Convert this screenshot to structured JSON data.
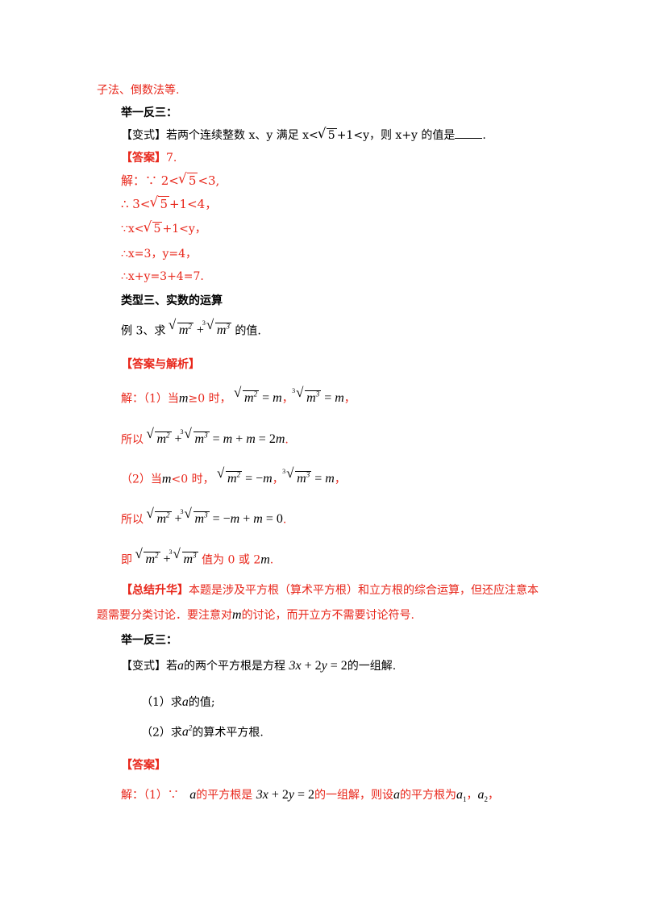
{
  "lines": {
    "l1": "子法、倒数法等.",
    "l2": "举一反三：",
    "l3_pre": "【变式】若两个连续整数 x、y 满足 x<",
    "l3_rad": "5",
    "l3_post": "+1<y，则 x+y 的值是",
    "l3_end": ".",
    "l4_tag": "【答案】",
    "l4_val": "7.",
    "l5_pre": "解：∵ 2<",
    "l5_rad": "5",
    "l5_post": "<3,",
    "l6_pre": "∴ 3<",
    "l6_rad": "5",
    "l6_post": "+1<4，",
    "l7_pre": "∵x<",
    "l7_rad": "5",
    "l7_post": "+1<y，",
    "l8": "∴x=3，y=4，",
    "l9": "∴x+y=3+4=7.",
    "l10": "类型三、实数的运算",
    "l11_pre": "例 3、求",
    "l11_post": "的值.",
    "l12": "【答案与解析】",
    "l13_pre": "解：（1）当",
    "l13_mid": "≥0 时，",
    "l14_pre": "所以",
    "l15_pre": "（2）当",
    "l15_mid": "<0 时，",
    "l16_pre": "所以",
    "l17_pre": "即",
    "l17_mid": "值为 0 或 2",
    "l18_tag": "【总结升华】",
    "l18_text": "本题是涉及平方根（算术平方根）和立方根的综合运算，但还应注意本",
    "l19_pre": "题需要分类讨论．要注意对",
    "l19_post": "的讨论，而开立方不需要讨论符号.",
    "l20": "举一反三：",
    "l21_pre": "【变式】若",
    "l21_mid": "的两个平方根是方程",
    "l21_post": "的一组解.",
    "l22_pre": "（1）求",
    "l22_post": "的值;",
    "l23_pre": "（2）求",
    "l23_post": "的算术平方根.",
    "l24": "【答案】",
    "l25_pre": "解：（1）∵",
    "l25_a": "的平方根是",
    "l25_b": "的一组解，则设",
    "l25_c": "的平方根为"
  }
}
